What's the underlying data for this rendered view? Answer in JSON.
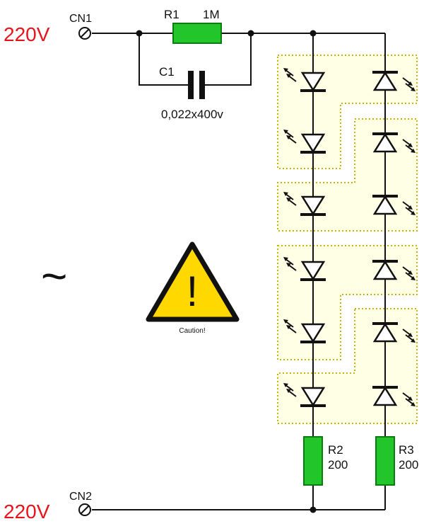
{
  "inputs": {
    "top": {
      "voltage": "220V",
      "connector": "CN1"
    },
    "bottom": {
      "voltage": "220V",
      "connector": "CN2"
    }
  },
  "components": {
    "r1": {
      "ref": "R1",
      "value": "1M"
    },
    "c1": {
      "ref": "C1",
      "value": "0,022x400v"
    },
    "r2": {
      "ref": "R2",
      "value": "200"
    },
    "r3": {
      "ref": "R3",
      "value": "200"
    }
  },
  "warning": {
    "caption": "Caution!",
    "symbol": "!"
  },
  "ac_symbol": "~",
  "colors": {
    "voltage": "#e8141c",
    "resistor_fill": "#22c52a",
    "resistor_stroke": "#0d7a12",
    "group_border": "#c9b400",
    "warning_fill": "#ffd800"
  },
  "led_icon": "light-emitting-diode-icon"
}
